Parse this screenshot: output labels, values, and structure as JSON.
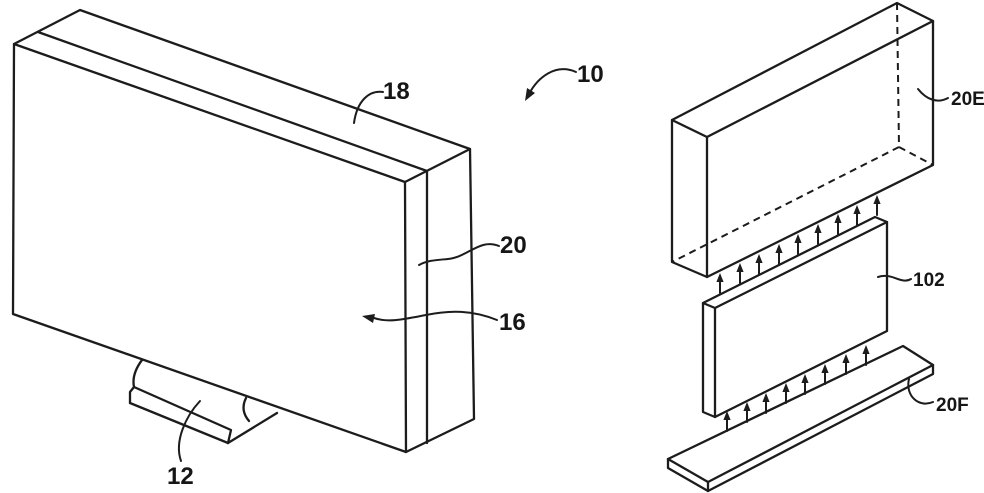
{
  "figure": {
    "background_color": "#ffffff",
    "line_color": "#1c1c1c",
    "left_view": {
      "description": "display assembly perspective view",
      "labels": {
        "assembly": "10",
        "top_edge": "18",
        "cover_layer": "20",
        "housing": "16",
        "stand": "12"
      }
    },
    "right_view": {
      "description": "exploded layer stack view",
      "labels": {
        "top_layer": "20E",
        "middle_layer": "102",
        "bottom_layer": "20F"
      }
    }
  }
}
